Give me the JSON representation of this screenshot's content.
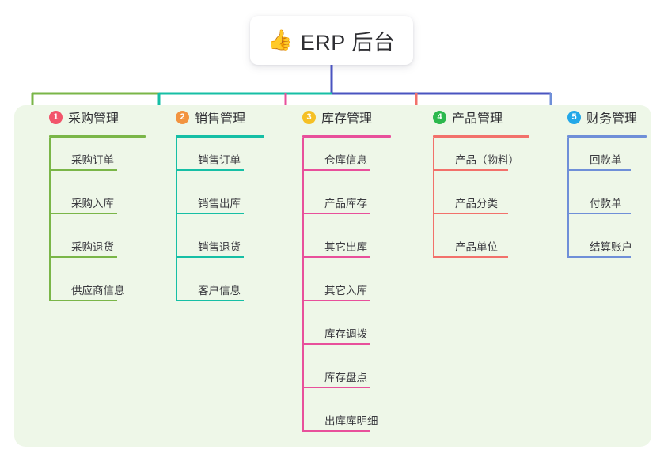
{
  "root": {
    "icon": "thumbs-up-icon",
    "icon_glyph": "👍",
    "title": "ERP 后台"
  },
  "palette": {
    "panel_background": "#eef7e8",
    "page_background": "#ffffff",
    "stem": "#4a54c0",
    "bus_left": "#7ab648",
    "bus_mid": "#16bfa5",
    "bus_right": "#4a54c0"
  },
  "columns": [
    {
      "number": "1",
      "title": "采购管理",
      "badge_color": "#f2556b",
      "line_color": "#7ab648",
      "items": [
        {
          "label": "采购订单"
        },
        {
          "label": "采购入库"
        },
        {
          "label": "采购退货"
        },
        {
          "label": "供应商信息"
        }
      ]
    },
    {
      "number": "2",
      "title": "销售管理",
      "badge_color": "#f29440",
      "line_color": "#16bfa5",
      "items": [
        {
          "label": "销售订单"
        },
        {
          "label": "销售出库"
        },
        {
          "label": "销售退货"
        },
        {
          "label": "客户信息"
        }
      ]
    },
    {
      "number": "3",
      "title": "库存管理",
      "badge_color": "#f5c025",
      "line_color": "#e8509b",
      "items": [
        {
          "label": "仓库信息"
        },
        {
          "label": "产品库存"
        },
        {
          "label": "其它出库"
        },
        {
          "label": "其它入库"
        },
        {
          "label": "库存调拨"
        },
        {
          "label": "库存盘点"
        },
        {
          "label": "出库库明细"
        }
      ]
    },
    {
      "number": "4",
      "title": "产品管理",
      "badge_color": "#2cb84d",
      "line_color": "#f2716b",
      "items": [
        {
          "label": "产品（物料）"
        },
        {
          "label": "产品分类"
        },
        {
          "label": "产品单位"
        }
      ]
    },
    {
      "number": "5",
      "title": "财务管理",
      "badge_color": "#23a8e8",
      "line_color": "#6f8fd8",
      "items": [
        {
          "label": "回款单"
        },
        {
          "label": "付款单"
        },
        {
          "label": "结算账户"
        }
      ]
    }
  ]
}
